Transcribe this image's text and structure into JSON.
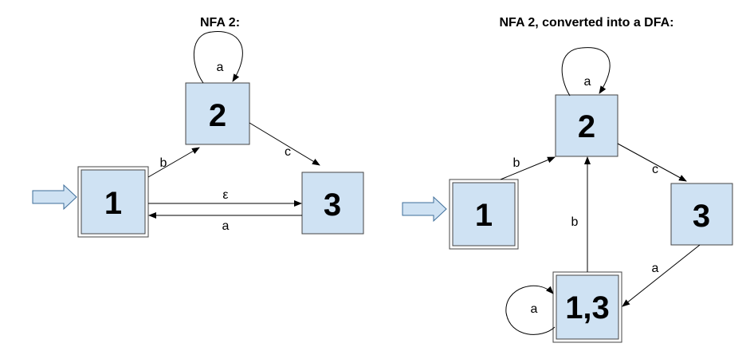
{
  "nfa": {
    "title": "NFA 2:",
    "states": {
      "s1": "1",
      "s2": "2",
      "s3": "3"
    },
    "edges": {
      "loop_2": "a",
      "e_1_2": "b",
      "e_2_3": "c",
      "e_1_3": "ε",
      "e_3_1": "a"
    }
  },
  "dfa": {
    "title": "NFA 2, converted into a DFA:",
    "states": {
      "s1": "1",
      "s2": "2",
      "s3": "3",
      "s13": "1,3"
    },
    "edges": {
      "loop_2": "a",
      "e_1_2": "b",
      "e_2_3": "c",
      "e_13_2": "b",
      "e_3_13": "a",
      "loop_13": "a"
    }
  },
  "colors": {
    "state_fill": "#cfe2f3",
    "state_stroke": "#444444",
    "start_arrow_stroke": "#3d6d99"
  }
}
